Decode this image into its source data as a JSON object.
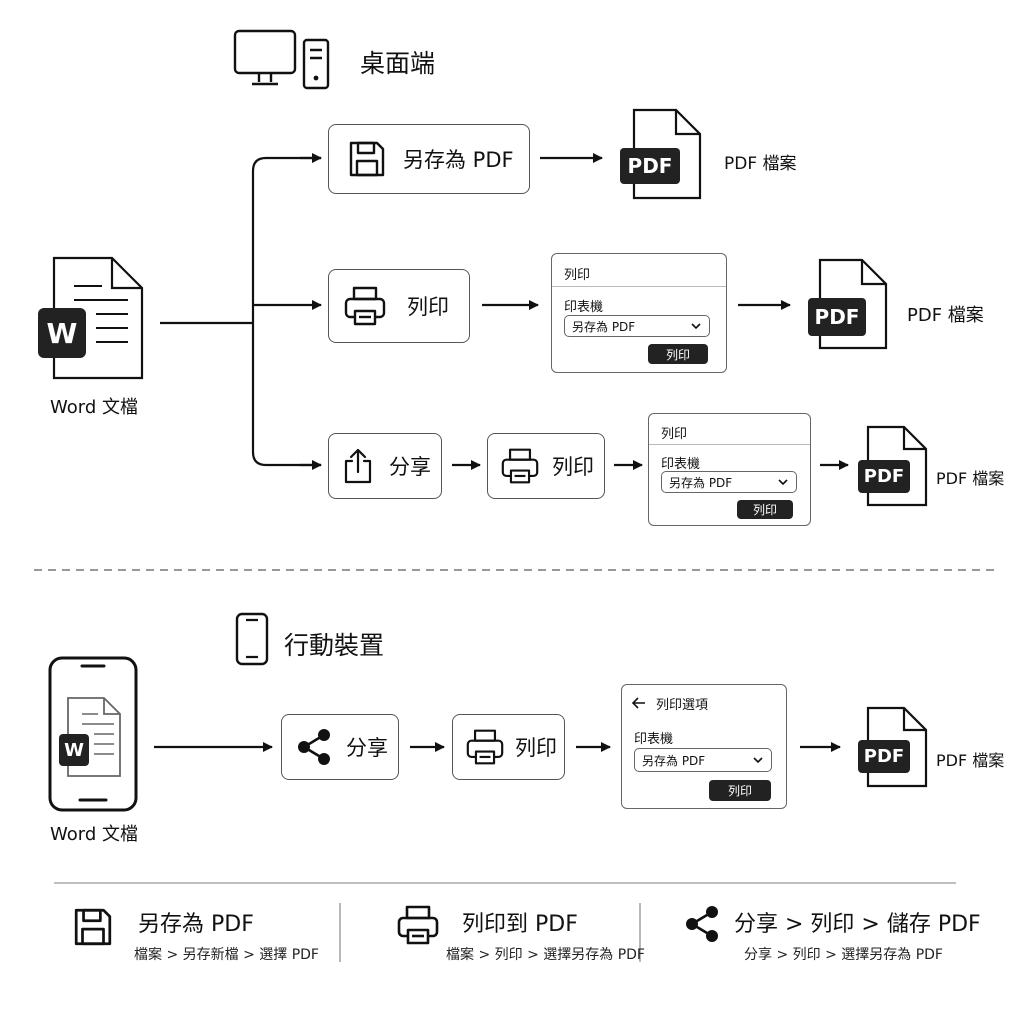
{
  "desktop": {
    "title": "桌面端",
    "word_doc_label": "Word 文檔",
    "row1": {
      "save_as_label": "另存為 PDF",
      "pdf_badge": "PDF",
      "result_label": "PDF 檔案"
    },
    "row2": {
      "print_label": "列印",
      "dialog": {
        "title": "列印",
        "printer_label": "印表機",
        "printer_value": "另存為 PDF",
        "button": "列印"
      },
      "pdf_badge": "PDF",
      "result_label": "PDF 檔案"
    },
    "row3": {
      "share_label": "分享",
      "print_label": "列印",
      "dialog": {
        "title": "列印",
        "printer_label": "印表機",
        "printer_value": "另存為 PDF",
        "button": "列印"
      },
      "pdf_badge": "PDF",
      "result_label": "PDF 檔案"
    }
  },
  "mobile": {
    "title": "行動裝置",
    "word_doc_label": "Word 文檔",
    "word_badge": "W",
    "share_label": "分享",
    "print_label": "列印",
    "dialog": {
      "title": "列印選項",
      "printer_label": "印表機",
      "printer_value": "另存為 PDF",
      "button": "列印"
    },
    "pdf_badge": "PDF",
    "result_label": "PDF 檔案"
  },
  "word_badge": "W",
  "summary": [
    {
      "title": "另存為 PDF",
      "path": "檔案 > 另存新檔 > 選擇 PDF",
      "icon": "floppy-disk-icon"
    },
    {
      "title": "列印到 PDF",
      "path": "檔案 > 列印 > 選擇另存為 PDF",
      "icon": "printer-icon"
    },
    {
      "title": "分享 > 列印 > 儲存 PDF",
      "path": "分享 > 列印 > 選擇另存為 PDF",
      "icon": "share-icon"
    }
  ]
}
